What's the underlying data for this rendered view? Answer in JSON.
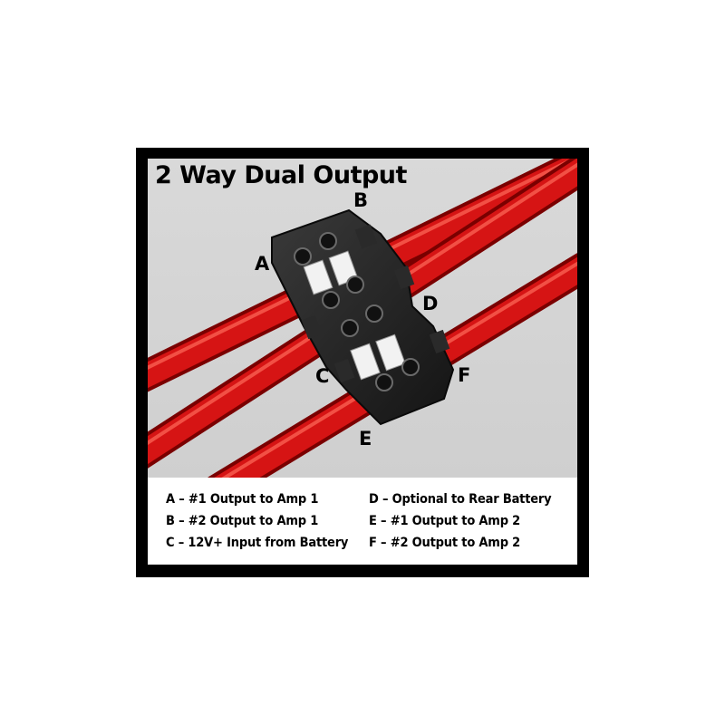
{
  "title": "2 Way Dual Output",
  "pins": {
    "a": "A",
    "b": "B",
    "c": "C",
    "d": "D",
    "e": "E",
    "f": "F"
  },
  "legend": {
    "a": "A – #1 Output to Amp 1",
    "b": "B – #2 Output to Amp 1",
    "c": "C – 12V+ Input from Battery",
    "d": "D – Optional to Rear Battery",
    "e": "E – #1 Output to Amp 2",
    "f": "F – #2 Output to Amp 2"
  },
  "colors": {
    "cable": "#d01010",
    "block": "#1e1e1e",
    "frame": "#000000"
  }
}
